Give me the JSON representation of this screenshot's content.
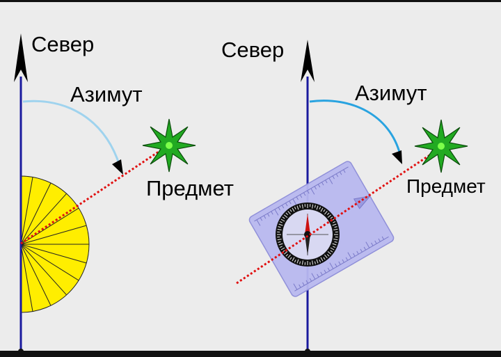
{
  "left_panel": {
    "north_label": "Север",
    "azimuth_label": "Азимут",
    "object_label": "Предмет",
    "instrument": "protractor"
  },
  "right_panel": {
    "north_label": "Север",
    "azimuth_label": "Азимут",
    "object_label": "Предмет",
    "instrument": "baseplate-compass"
  },
  "colors": {
    "background": "#ececec",
    "frame": "#111111",
    "north_line": "#1a1a9e",
    "sight_line": "#e01010",
    "azimuth_arc_left": "#9fd3ee",
    "azimuth_arc_right": "#29a3e0",
    "protractor_fill": "#ffee00",
    "compass_plate": "#b9b9f0",
    "object_star": "#22aa22"
  }
}
